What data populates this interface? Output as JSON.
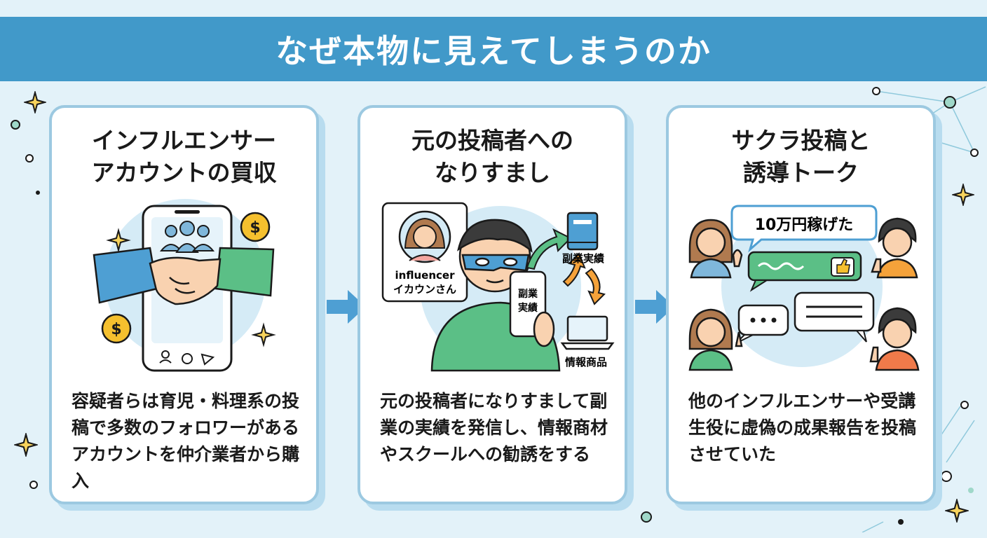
{
  "header": {
    "title": "なぜ本物に見えてしまうのか"
  },
  "cards": [
    {
      "title_lines": [
        "インフルエンサー",
        "アカウントの買収"
      ],
      "description": "容疑者らは育児・料理系の投稿で多数のフォロワーがあるアカウントを仲介業者から購入",
      "icons": [
        "smartphone-icon",
        "followers-icon",
        "handshake-icon",
        "dollar-coin-icon",
        "sparkle-icon"
      ]
    },
    {
      "title_lines": [
        "元の投稿者への",
        "なりすまし"
      ],
      "description": "元の投稿者になりすまして副業の実績を発信し、情報商材やスクールへの勧誘をする",
      "influencer_label_1": "influencer",
      "influencer_label_2": "イカウンさん",
      "phone_label_1": "副業",
      "phone_label_2": "実績",
      "book_label": "副業実績",
      "laptop_label": "情報商品",
      "icons": [
        "masked-person-icon",
        "book-icon",
        "laptop-icon",
        "curved-arrow-icon"
      ]
    },
    {
      "title_lines": [
        "サクラ投稿と",
        "誘導トーク"
      ],
      "description": "他のインフルエンサーや受講生役に虚偽の成果報告を投稿させていた",
      "bubble_text": "10万円稼げた",
      "icons": [
        "woman-avatar-icon",
        "man-avatar-icon",
        "speech-bubble-icon",
        "thumbs-up-icon"
      ]
    }
  ],
  "colors": {
    "banner": "#4199c9",
    "background": "#e3f2f9",
    "card_border": "#9cc9e1",
    "accent_green": "#5bbf86",
    "accent_blue": "#4e9fd3",
    "coin": "#f5c02e"
  }
}
